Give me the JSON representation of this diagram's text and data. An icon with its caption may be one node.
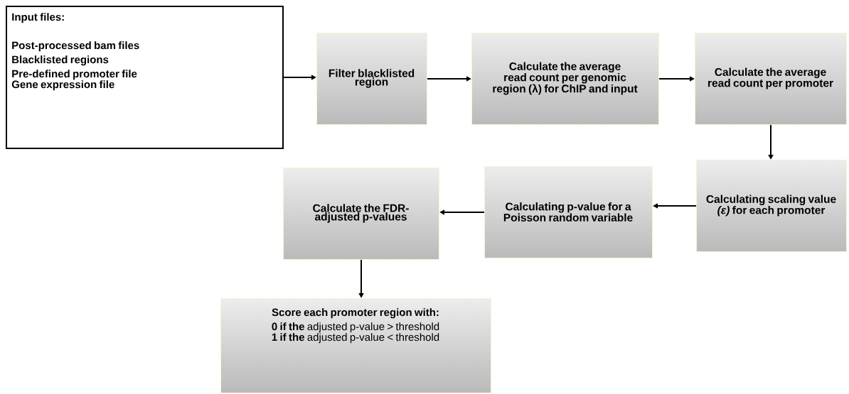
{
  "diagram": {
    "nodes": [
      {
        "text": [
          "Input files:",
          "Post-processed bam files",
          "Blacklisted regions",
          "Pre-defined promoter file",
          "Gene expression file"
        ]
      },
      {
        "text": [
          "Filter blacklisted region"
        ]
      },
      {
        "text": [
          "Calculate the average read count per genomic region (λ) for ChIP and input"
        ]
      },
      {
        "text": [
          "Calculate the average read count per promoter"
        ]
      },
      {
        "text": [
          "Calculating scaling value *(ε)* for each promoter"
        ]
      },
      {
        "text": [
          "Calculating p-value for a Poisson random variable"
        ]
      },
      {
        "text": [
          "Calculate the FDR-adjusted p-values"
        ]
      },
      {
        "text": [
          "Score each promoter region with:",
          "**0 if the** adjusted p-value > threshold",
          "**1 if the** adjusted p-value < threshold"
        ]
      }
    ],
    "edges": [
      {
        "from": 0,
        "to": 1,
        "arrow": "to"
      },
      {
        "from": 1,
        "to": 2,
        "arrow": "to"
      },
      {
        "from": 2,
        "to": 3,
        "arrow": "to"
      },
      {
        "from": 3,
        "to": 4,
        "arrow": "to"
      },
      {
        "from": 4,
        "to": 5,
        "arrow": "to"
      },
      {
        "from": 5,
        "to": 6,
        "arrow": "to"
      },
      {
        "from": 6,
        "to": 7,
        "arrow": "to"
      }
    ]
  }
}
